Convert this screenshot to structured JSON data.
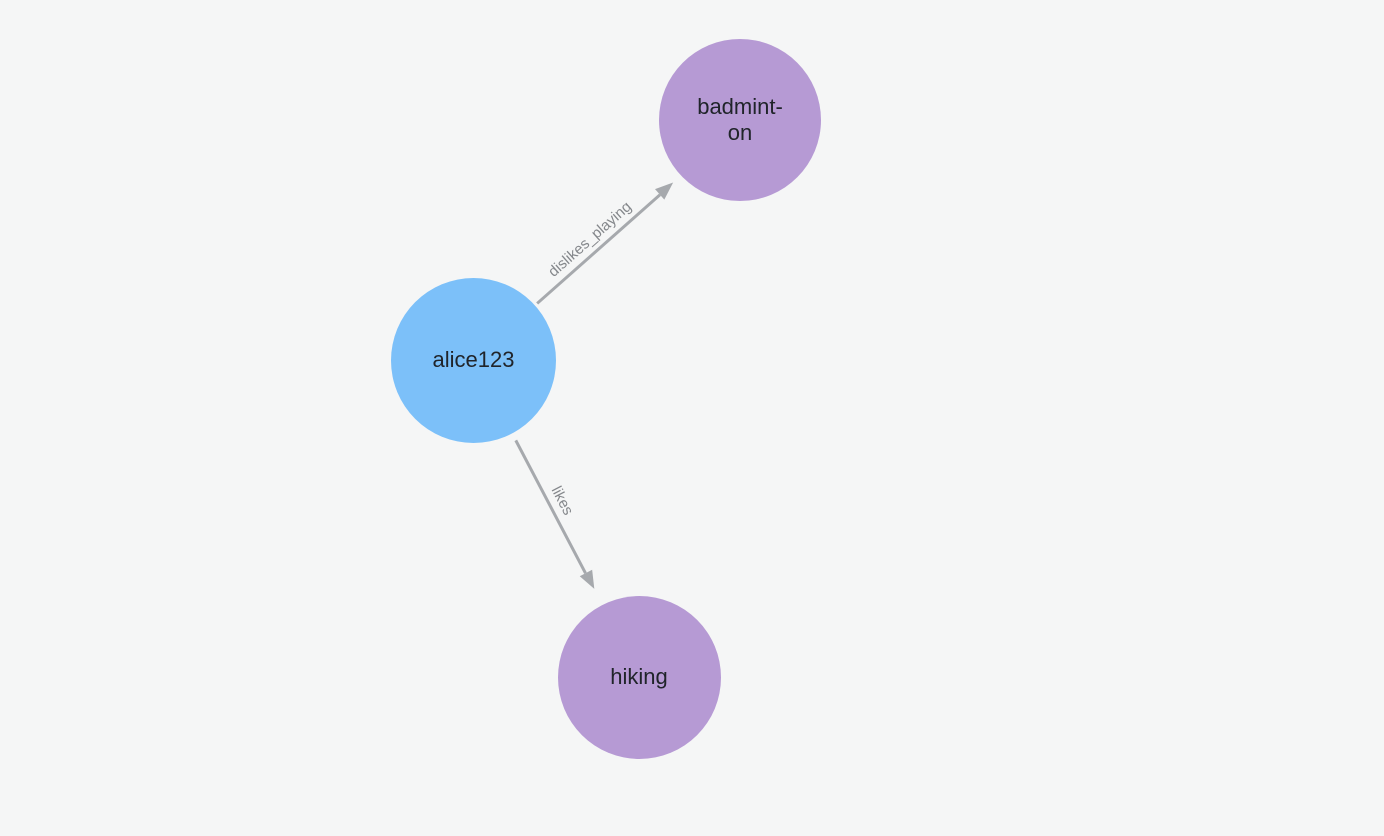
{
  "canvas": {
    "background_color": "#F5F6F6"
  },
  "graph": {
    "nodes": [
      {
        "id": "alice123",
        "label": "alice123",
        "type": "person",
        "color": "#7CC0F9",
        "text_color": "#20242A"
      },
      {
        "id": "badminton",
        "label": "badmint-\non",
        "type": "activity",
        "color": "#B69AD4",
        "text_color": "#20242A"
      },
      {
        "id": "hiking",
        "label": "hiking",
        "type": "activity",
        "color": "#B69AD4",
        "text_color": "#20242A"
      }
    ],
    "edges": [
      {
        "label": "dislikes_playing",
        "from": "alice123",
        "to": "badminton",
        "directed": true
      },
      {
        "label": "likes",
        "from": "alice123",
        "to": "hiking",
        "directed": true
      }
    ],
    "edge_color": "#A6A9AD",
    "edge_label_color": "#84878B"
  }
}
